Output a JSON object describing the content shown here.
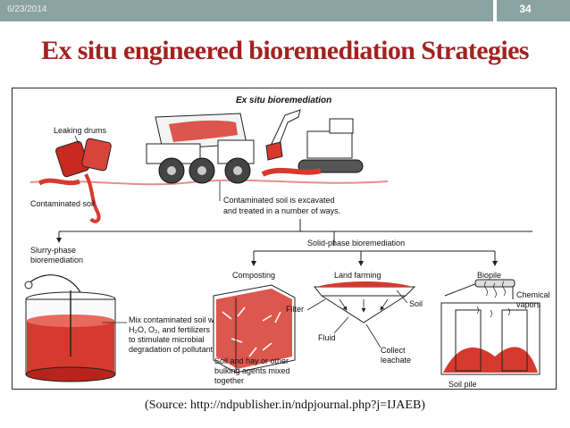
{
  "header": {
    "date": "6/23/2014",
    "page_number": "34"
  },
  "slide": {
    "title": "Ex situ engineered bioremediation Strategies"
  },
  "diagram": {
    "heading": "Ex situ bioremediation",
    "leaking_drums": "Leaking drums",
    "contaminated_soil": "Contaminated soil",
    "excavation_line1": "Contaminated soil is excavated",
    "excavation_line2": "and treated in a number of ways.",
    "slurry_line1": "Slurry-phase",
    "slurry_line2": "bioremediation",
    "solid_phase": "Solid-phase bioremediation",
    "composting": "Composting",
    "land_farming": "Land farming",
    "biopile": "Biopile",
    "mix_line1": "Mix contaminated soil with",
    "mix_line2": "H₂O, O₂, and fertilizers",
    "mix_line3": "to stimulate microbial",
    "mix_line4": "degradation of pollutants",
    "soil_hay_line1": "Soil and hay or other",
    "soil_hay_line2": "bulking agents mixed",
    "soil_hay_line3": "together",
    "filter": "Filter",
    "soil": "Soil",
    "fluid": "Fluid",
    "collect_line1": "Collect",
    "collect_line2": "leachate",
    "chemical_line1": "Chemical",
    "chemical_line2": "vapors",
    "soil_pile": "Soil pile"
  },
  "source": "(Source: http://ndpublisher.in/ndpjournal.php?j=IJAEB)",
  "colors": {
    "topbar": "#8aa3a0",
    "title": "#a42121",
    "contamination": "#d63a2e"
  }
}
